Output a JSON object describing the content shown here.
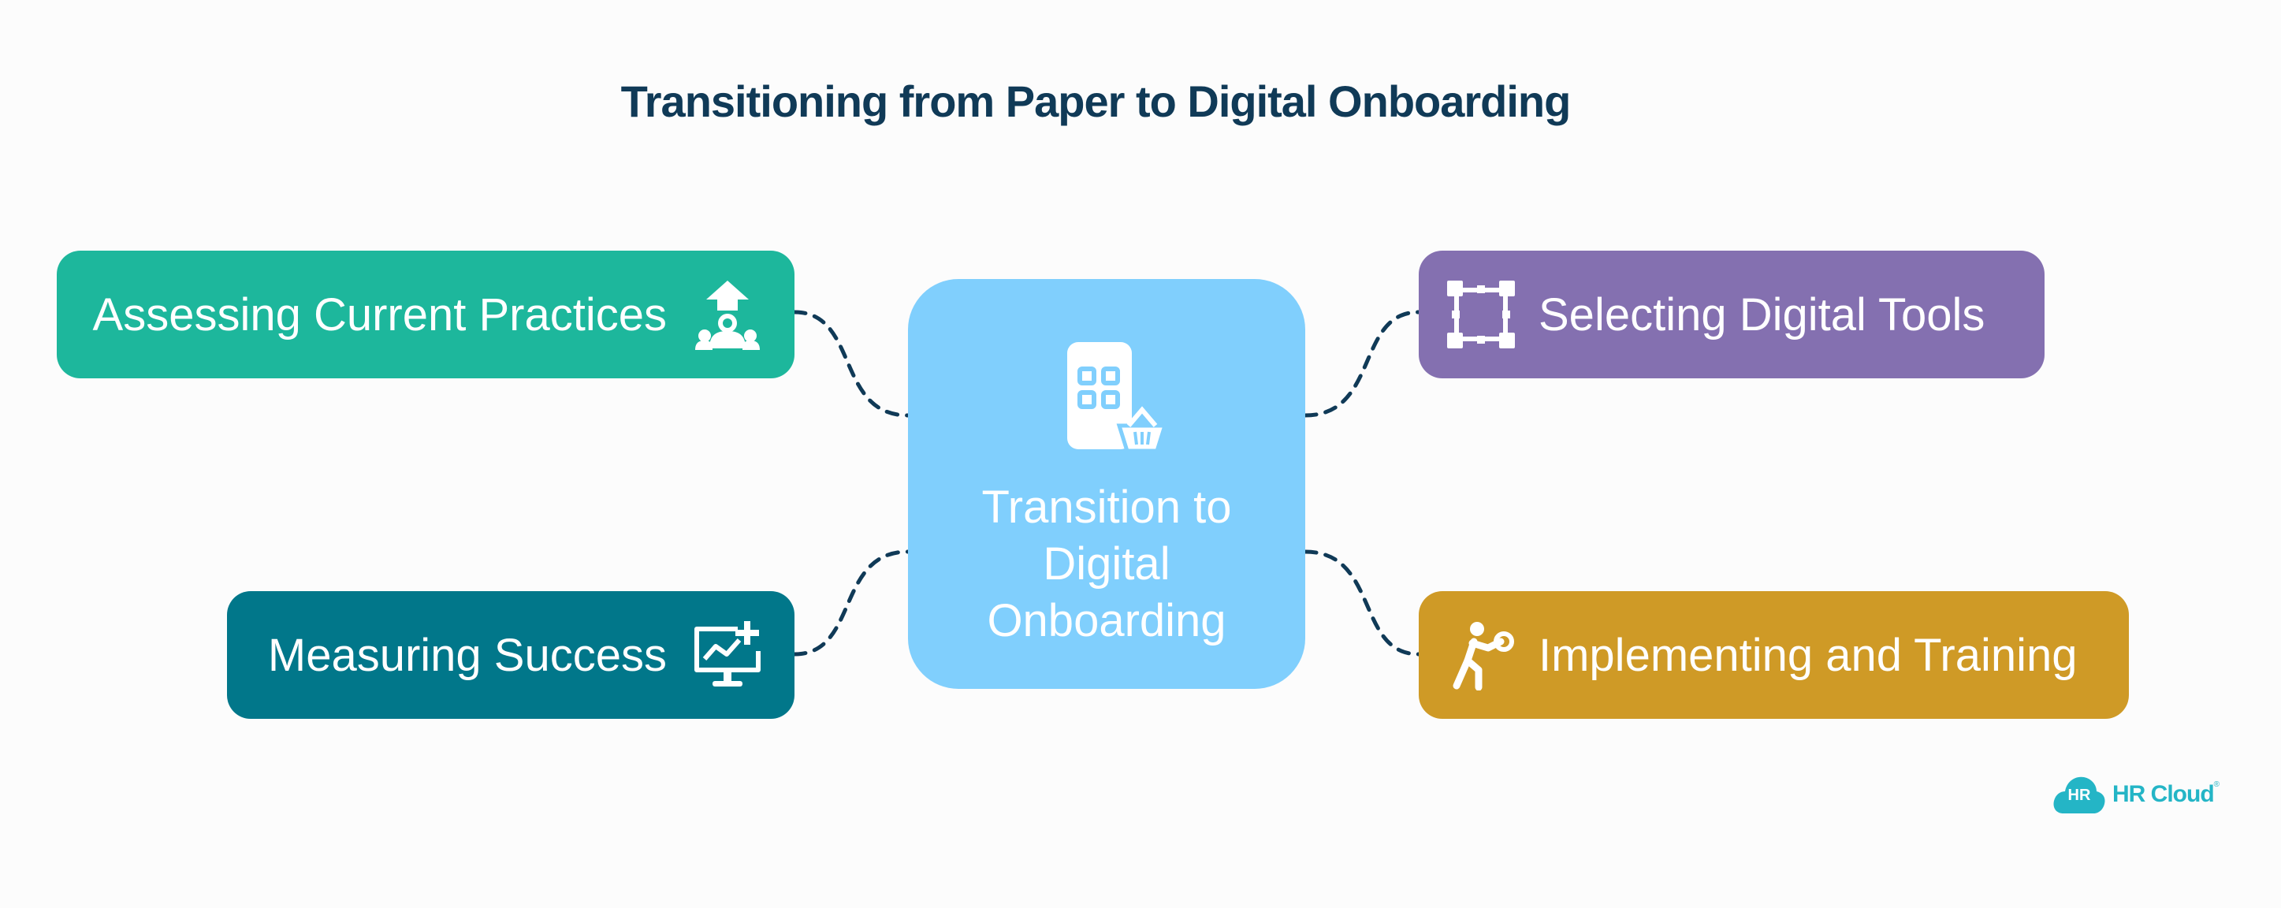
{
  "title": "Transitioning from Paper to Digital Onboarding",
  "center": {
    "label": "Transition to Digital Onboarding",
    "icon": "qr-phone-basket-icon"
  },
  "nodes": {
    "top_left": {
      "label": "Assessing Current Practices",
      "icon": "presenter-upward-arrow-icon",
      "color": "#1db79c"
    },
    "bottom_left": {
      "label": "Measuring Success",
      "icon": "chart-monitor-plus-icon",
      "color": "#01778a"
    },
    "top_right": {
      "label": "Selecting Digital Tools",
      "icon": "selection-frame-icon",
      "color": "#8470b0"
    },
    "bottom_right": {
      "label": "Implementing and Training",
      "icon": "person-exercise-icon",
      "color": "#cf9a26"
    }
  },
  "center_color": "#80cffd",
  "connector_color": "#103a57",
  "logo": {
    "badge": "HR",
    "name": "HR Cloud",
    "reg": "®",
    "color": "#24b5c6"
  }
}
